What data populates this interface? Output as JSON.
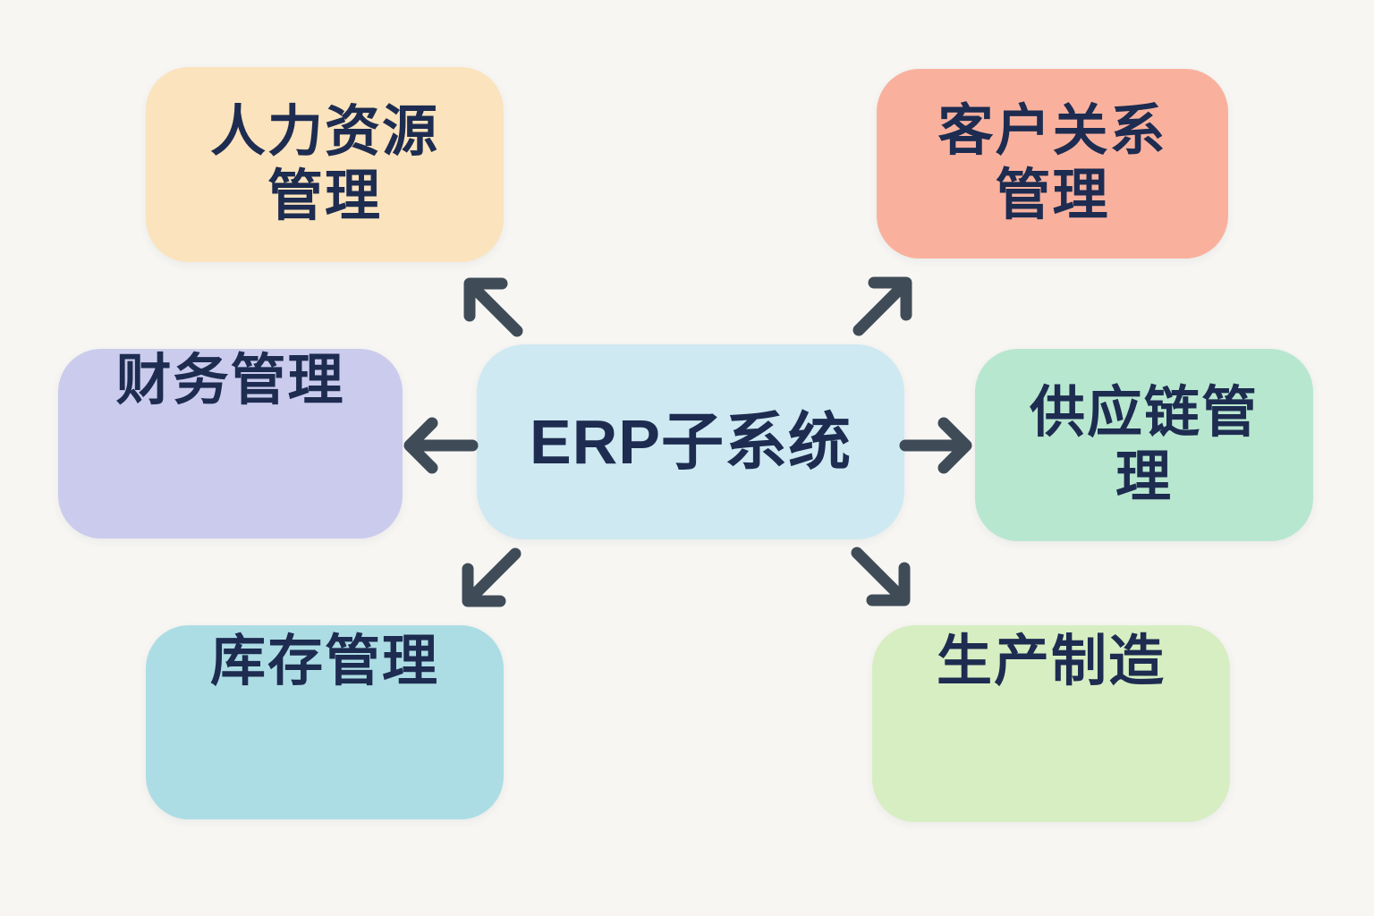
{
  "colors": {
    "background": "#f7f6f3",
    "text": "#1d2c50",
    "arrow": "#3f4c58"
  },
  "diagram": {
    "center": {
      "label": "ERP子系统",
      "color": "#cee9f2"
    },
    "nodes": {
      "hr": {
        "label": "人力资源\n管理",
        "color": "#fbe3bd"
      },
      "crm": {
        "label": "客户关系\n管理",
        "color": "#f9b19e"
      },
      "finance": {
        "label": "财务管理",
        "color": "#cbcbed"
      },
      "scm": {
        "label": "供应链管\n理",
        "color": "#b8e7cf"
      },
      "inventory": {
        "label": "库存管理",
        "color": "#addde4"
      },
      "production": {
        "label": "生产制造",
        "color": "#d7eec2"
      }
    },
    "arrow_icons": [
      "arrow-up-left-icon",
      "arrow-up-right-icon",
      "arrow-left-icon",
      "arrow-right-icon",
      "arrow-down-left-icon",
      "arrow-down-right-icon"
    ]
  }
}
